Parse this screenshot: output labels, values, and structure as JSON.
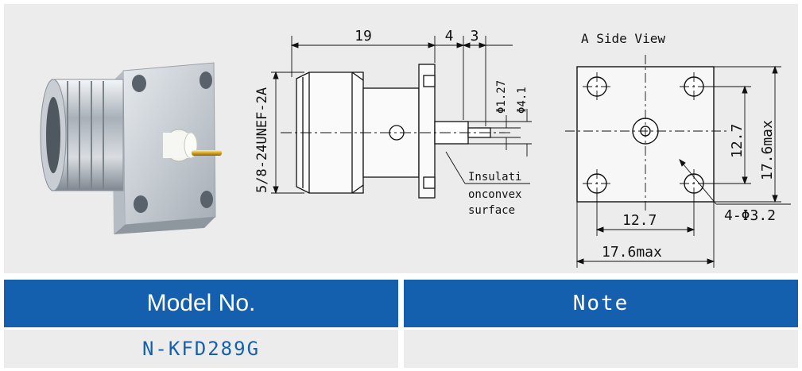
{
  "drawing": {
    "side_view_title": "A Side View",
    "dims": {
      "length_19": "19",
      "length_4": "4",
      "length_3": "3",
      "thread": "5/8-24UNEF-2A",
      "pin_dia": "Φ1.27",
      "insulator_dia": "Φ4.1",
      "insulator_note_line1": "Insulati",
      "insulator_note_line2": "onconvex",
      "insulator_note_line3": "surface",
      "hole_spacing_v": "12.7",
      "flange_v": "17.6max",
      "hole_spacing_h": "12.7",
      "flange_h": "17.6max",
      "holes": "4-Φ3.2"
    }
  },
  "table": {
    "headers": {
      "model": "Model No.",
      "note": "Note"
    },
    "row": {
      "model": "N-KFD289G",
      "note": ""
    }
  }
}
